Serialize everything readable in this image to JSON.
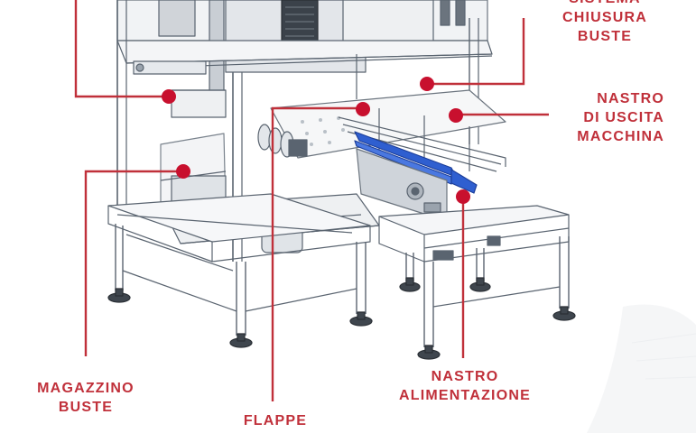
{
  "colors": {
    "accent": "#c0303a",
    "frame": "#5a6470",
    "frame_light": "#9aa3ad",
    "belt": "#2f5fd0",
    "marker": "#c8102e",
    "panel": "#d7dbe0",
    "background": "#ffffff"
  },
  "labels": {
    "sistema_chiusura_buste": [
      "SISTEMA",
      "CHIUSURA",
      "BUSTE"
    ],
    "nastro_uscita": [
      "NASTRO",
      "DI USCITA",
      "MACCHINA"
    ],
    "magazzino_buste": [
      "MAGAZZINO",
      "BUSTE"
    ],
    "flappe": [
      "FLAPPE"
    ],
    "nastro_alimentazione": [
      "NASTRO",
      "ALIMENTAZIONE"
    ]
  }
}
